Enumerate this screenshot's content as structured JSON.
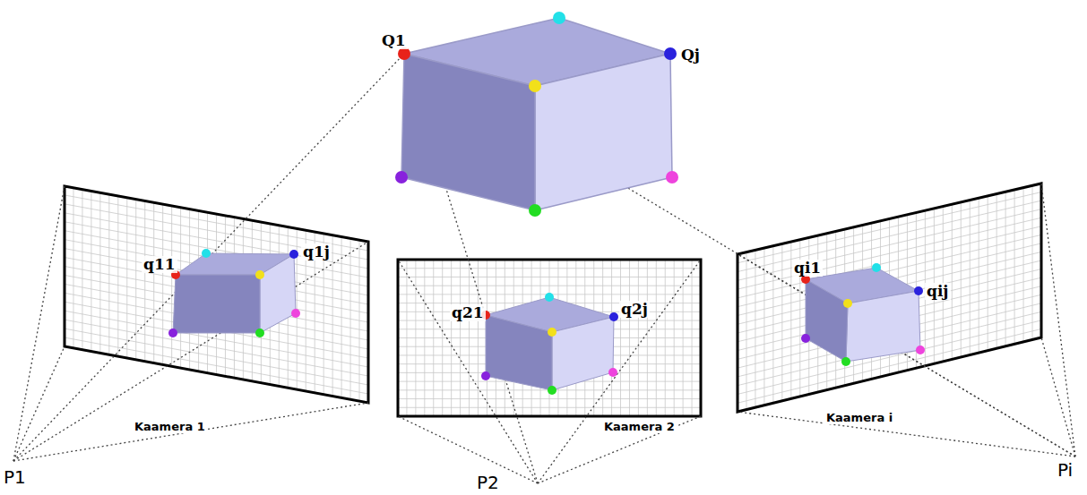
{
  "diagram": {
    "labels": [
      "Q1",
      "Qj",
      "q11",
      "q1j",
      "q21",
      "q2j",
      "qi1",
      "qij",
      "P1",
      "P2",
      "Pi",
      "Kaamera 1",
      "Kaamera 2",
      "Kaamera i"
    ]
  }
}
